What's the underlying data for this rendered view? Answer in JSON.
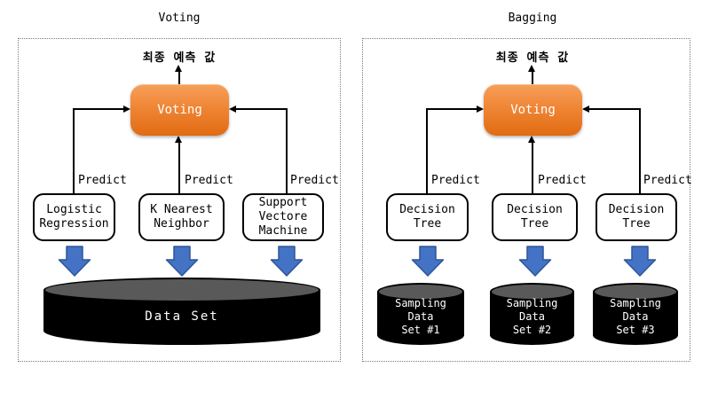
{
  "colors": {
    "aggregator_top": "#f7a05b",
    "aggregator_mid": "#ef8636",
    "aggregator_bottom": "#e26b12",
    "fat_arrow_fill": "#4472c4",
    "fat_arrow_stroke": "#2f5597",
    "cylinder_top": "#595959",
    "cylinder_body": "#000000",
    "connector": "#000000"
  },
  "panels": [
    {
      "title": "Voting",
      "output_label": "최종 예측 값",
      "aggregator_label": "Voting",
      "predict_label": "Predict",
      "models": [
        {
          "lines": [
            "Logistic",
            "Regression"
          ]
        },
        {
          "lines": [
            "K Nearest",
            "Neighbor"
          ]
        },
        {
          "lines": [
            "Support",
            "Vectore",
            "Machine"
          ]
        }
      ],
      "datastores": [
        {
          "lines": [
            "Data Set"
          ]
        }
      ]
    },
    {
      "title": "Bagging",
      "output_label": "최종 예측 값",
      "aggregator_label": "Voting",
      "predict_label": "Predict",
      "models": [
        {
          "lines": [
            "Decision",
            "Tree"
          ]
        },
        {
          "lines": [
            "Decision",
            "Tree"
          ]
        },
        {
          "lines": [
            "Decision",
            "Tree"
          ]
        }
      ],
      "datastores": [
        {
          "lines": [
            "Sampling",
            "Data",
            "Set #1"
          ]
        },
        {
          "lines": [
            "Sampling",
            "Data",
            "Set #2"
          ]
        },
        {
          "lines": [
            "Sampling",
            "Data",
            "Set #3"
          ]
        }
      ]
    }
  ]
}
